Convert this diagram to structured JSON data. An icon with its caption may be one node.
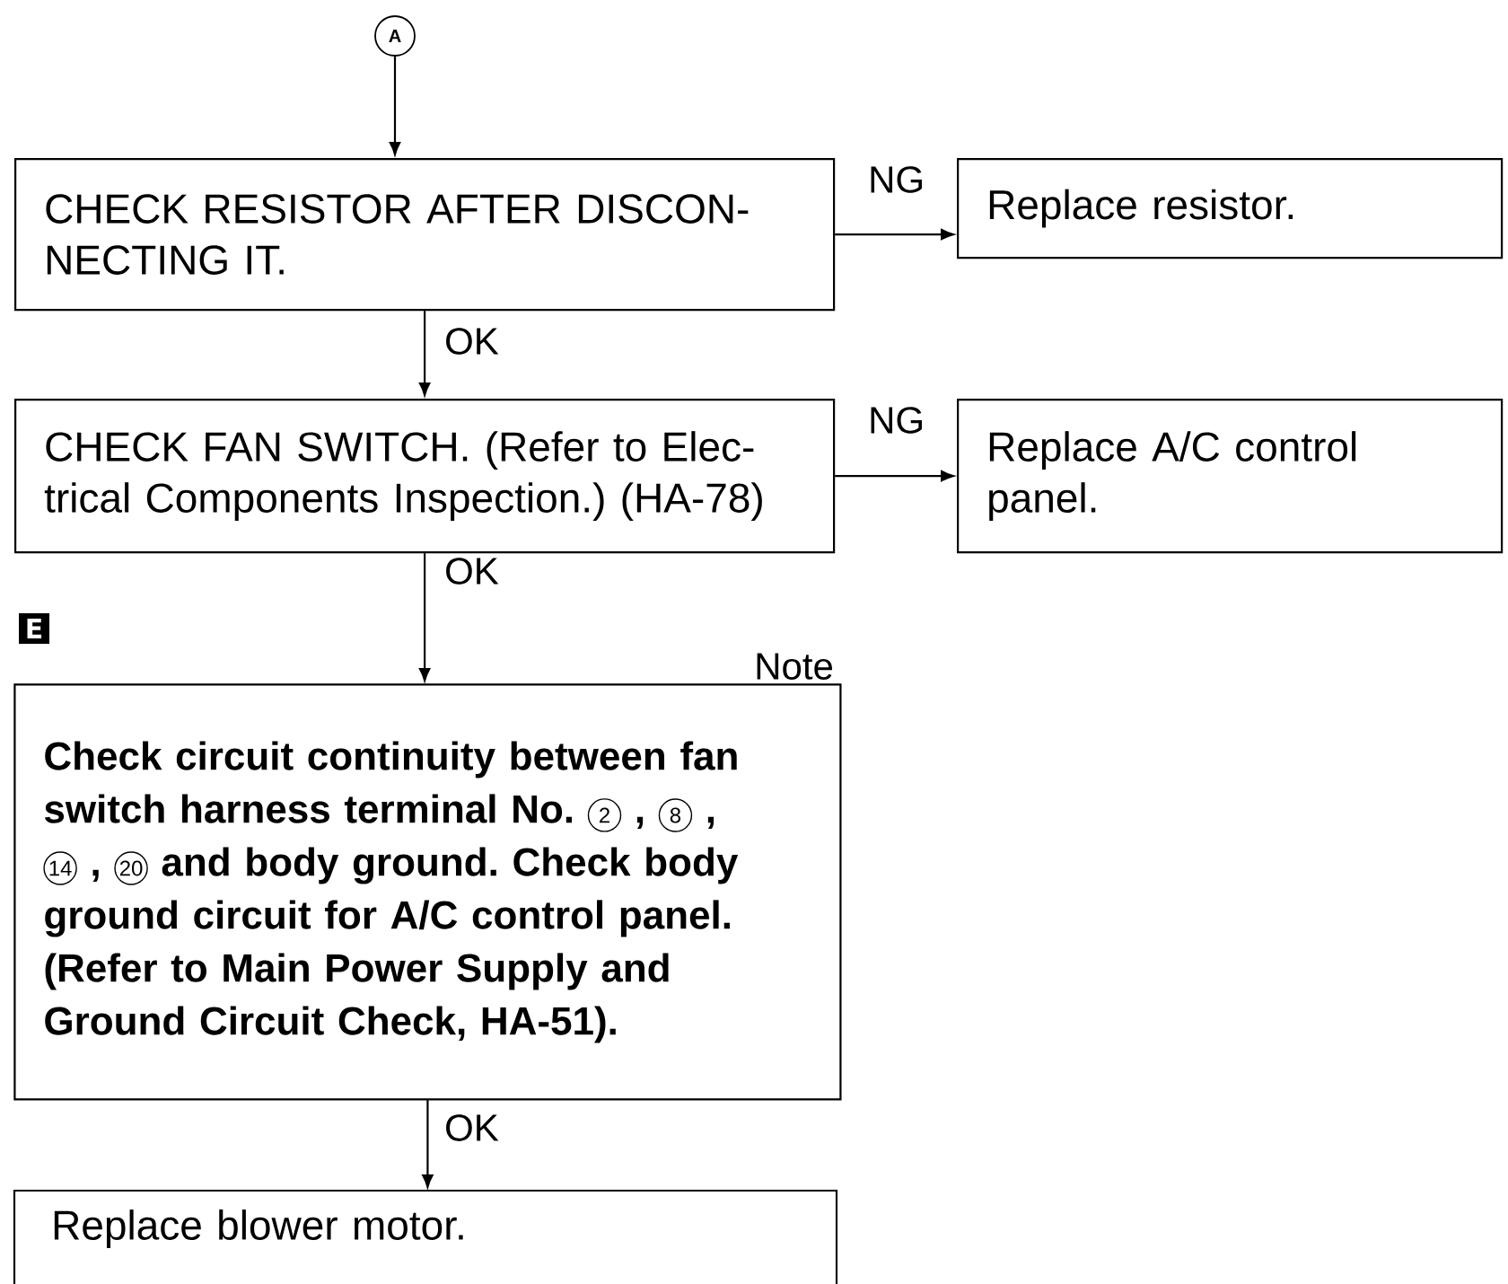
{
  "diagram": {
    "nodes": [
      {
        "text": [
          "A"
        ]
      },
      {
        "text": [
          "CHECK RESISTOR AFTER DISCON- NECTING IT."
        ]
      },
      {
        "text": [
          "Replace resistor."
        ]
      },
      {
        "text": [
          "CHECK FAN SWITCH. (Refer to Elec- trical Components Inspection.) (HA-78)"
        ]
      },
      {
        "text": [
          "Replace A/C control panel."
        ]
      },
      {
        "text": [
          "Check circuit continuity between fan switch harness terminal No. 2 , 8 , 14 , 20 and body ground. Check body ground circuit for A/C control panel. (Refer to Main Power Supply and Ground Circuit Check, HA-51)."
        ],
        "beside": [
          "Note"
        ]
      },
      {
        "text": [
          "Replace blower motor."
        ]
      }
    ],
    "edges": [
      {
        "from": 0,
        "to": 1,
        "arrow": "to"
      },
      {
        "from": 1,
        "to": 2,
        "arrow": "to",
        "label": "NG"
      },
      {
        "from": 1,
        "to": 3,
        "arrow": "to",
        "label": "OK"
      },
      {
        "from": 3,
        "to": 4,
        "arrow": "to",
        "label": "NG"
      },
      {
        "from": 3,
        "to": 5,
        "arrow": "to",
        "label": "OK"
      },
      {
        "from": 5,
        "to": 6,
        "arrow": "to",
        "label": "OK"
      }
    ],
    "labels": [
      "E"
    ]
  }
}
